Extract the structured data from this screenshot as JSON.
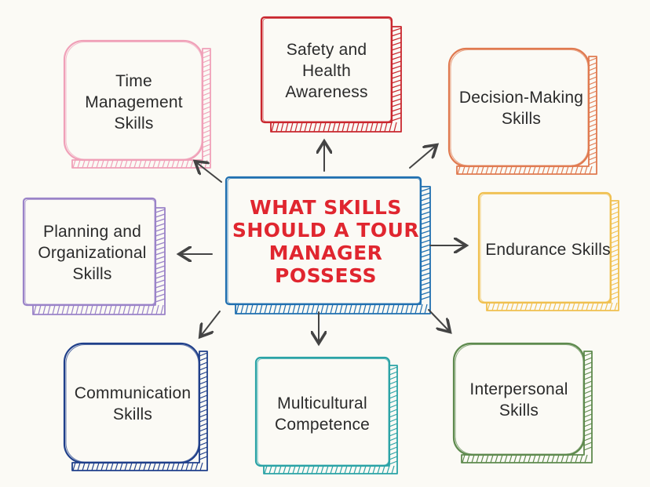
{
  "center": {
    "label": "WHAT SKILLS\nSHOULD A TOUR\nMANAGER\nPOSSESS",
    "color": "#1f6fb0"
  },
  "nodes": [
    {
      "id": "safety",
      "label": "Safety and\nHealth\nAwareness",
      "color": "#c9272e"
    },
    {
      "id": "decision",
      "label": "Decision-Making\nSkills",
      "color": "#e07a50"
    },
    {
      "id": "endurance",
      "label": "Endurance Skills",
      "color": "#f0c050"
    },
    {
      "id": "interpersonal",
      "label": "Interpersonal\nSkills",
      "color": "#5e8a4e"
    },
    {
      "id": "multicultural",
      "label": "Multicultural\nCompetence",
      "color": "#2aa3a6"
    },
    {
      "id": "communication",
      "label": "Communication\nSkills",
      "color": "#1f3f8a"
    },
    {
      "id": "planning",
      "label": "Planning and\nOrganizational\nSkills",
      "color": "#9a83c8"
    },
    {
      "id": "time",
      "label": "Time\nManagement\nSkills",
      "color": "#f0a0b8"
    }
  ],
  "arrow_color": "#444444"
}
